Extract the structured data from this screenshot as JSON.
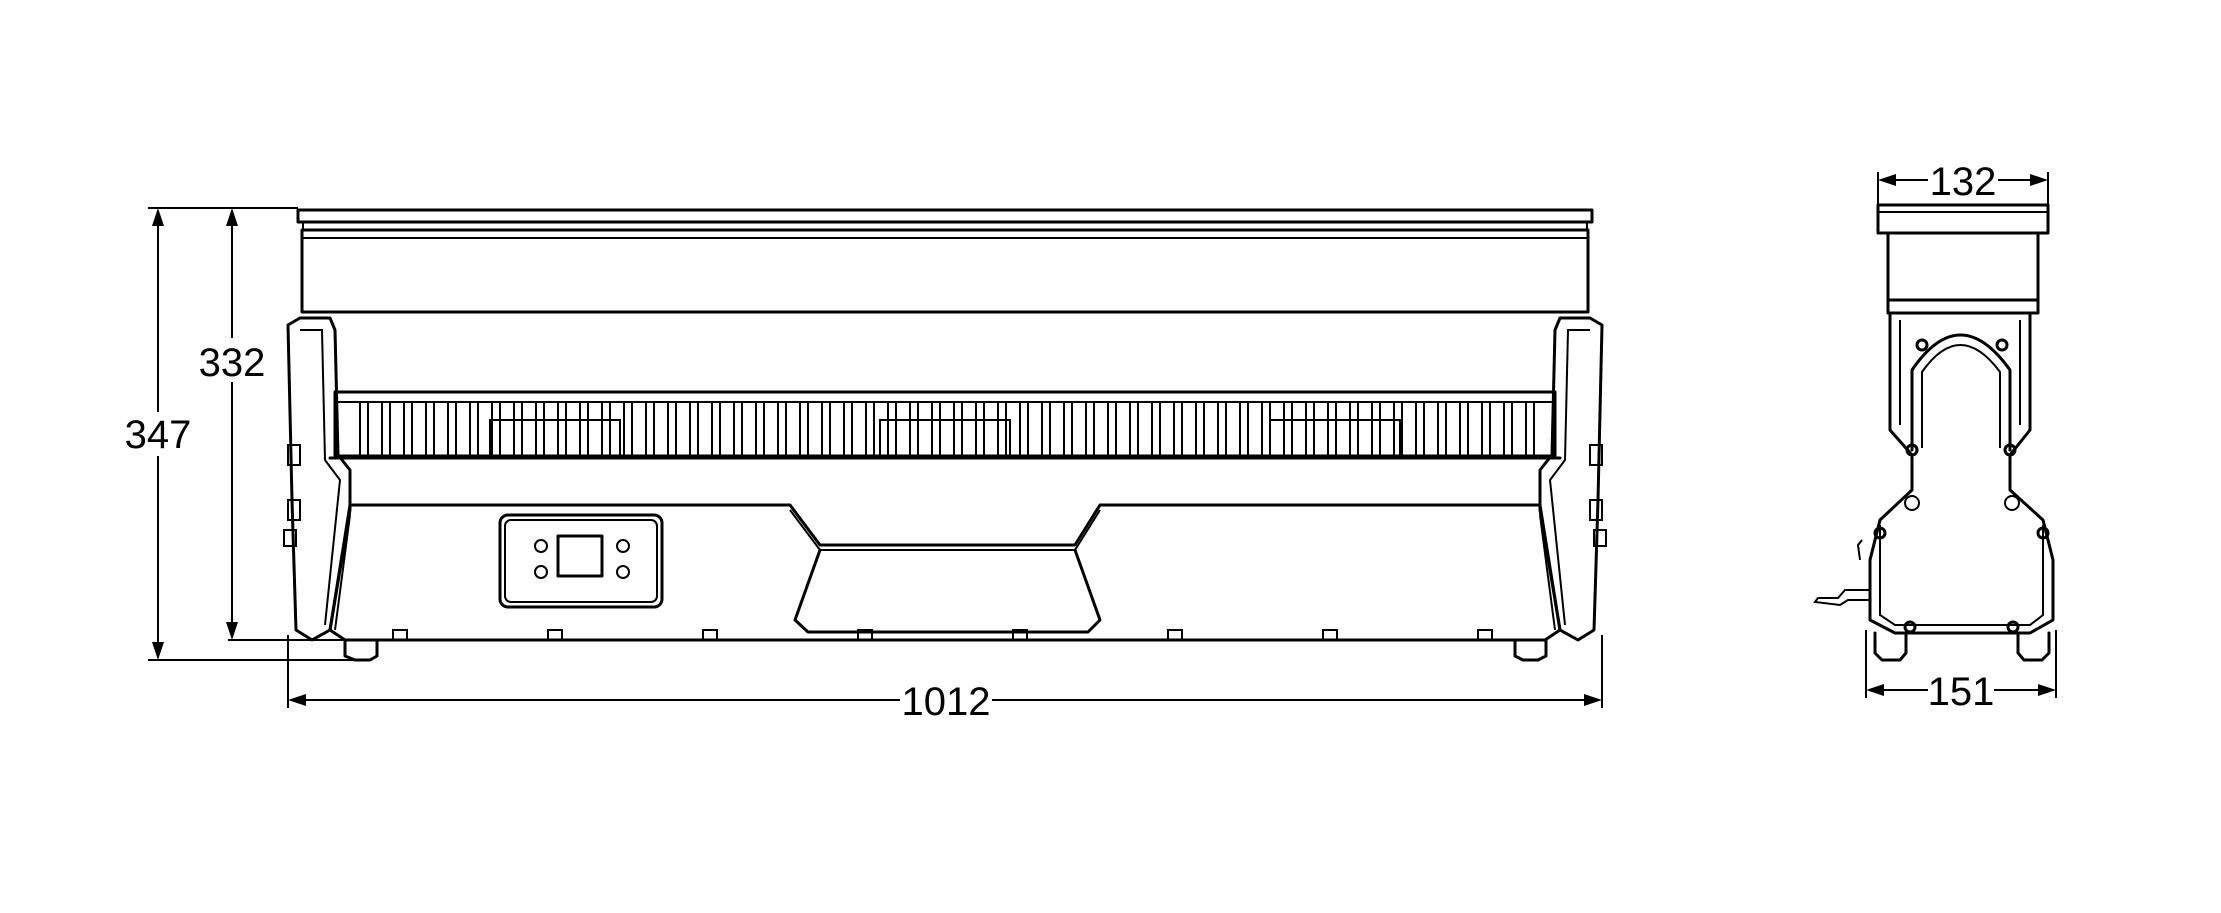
{
  "dimensions": {
    "overall_height": "347",
    "body_height": "332",
    "overall_length": "1012",
    "top_width": "132",
    "base_width": "151"
  },
  "colors": {
    "line": "#000000",
    "background": "#ffffff"
  }
}
